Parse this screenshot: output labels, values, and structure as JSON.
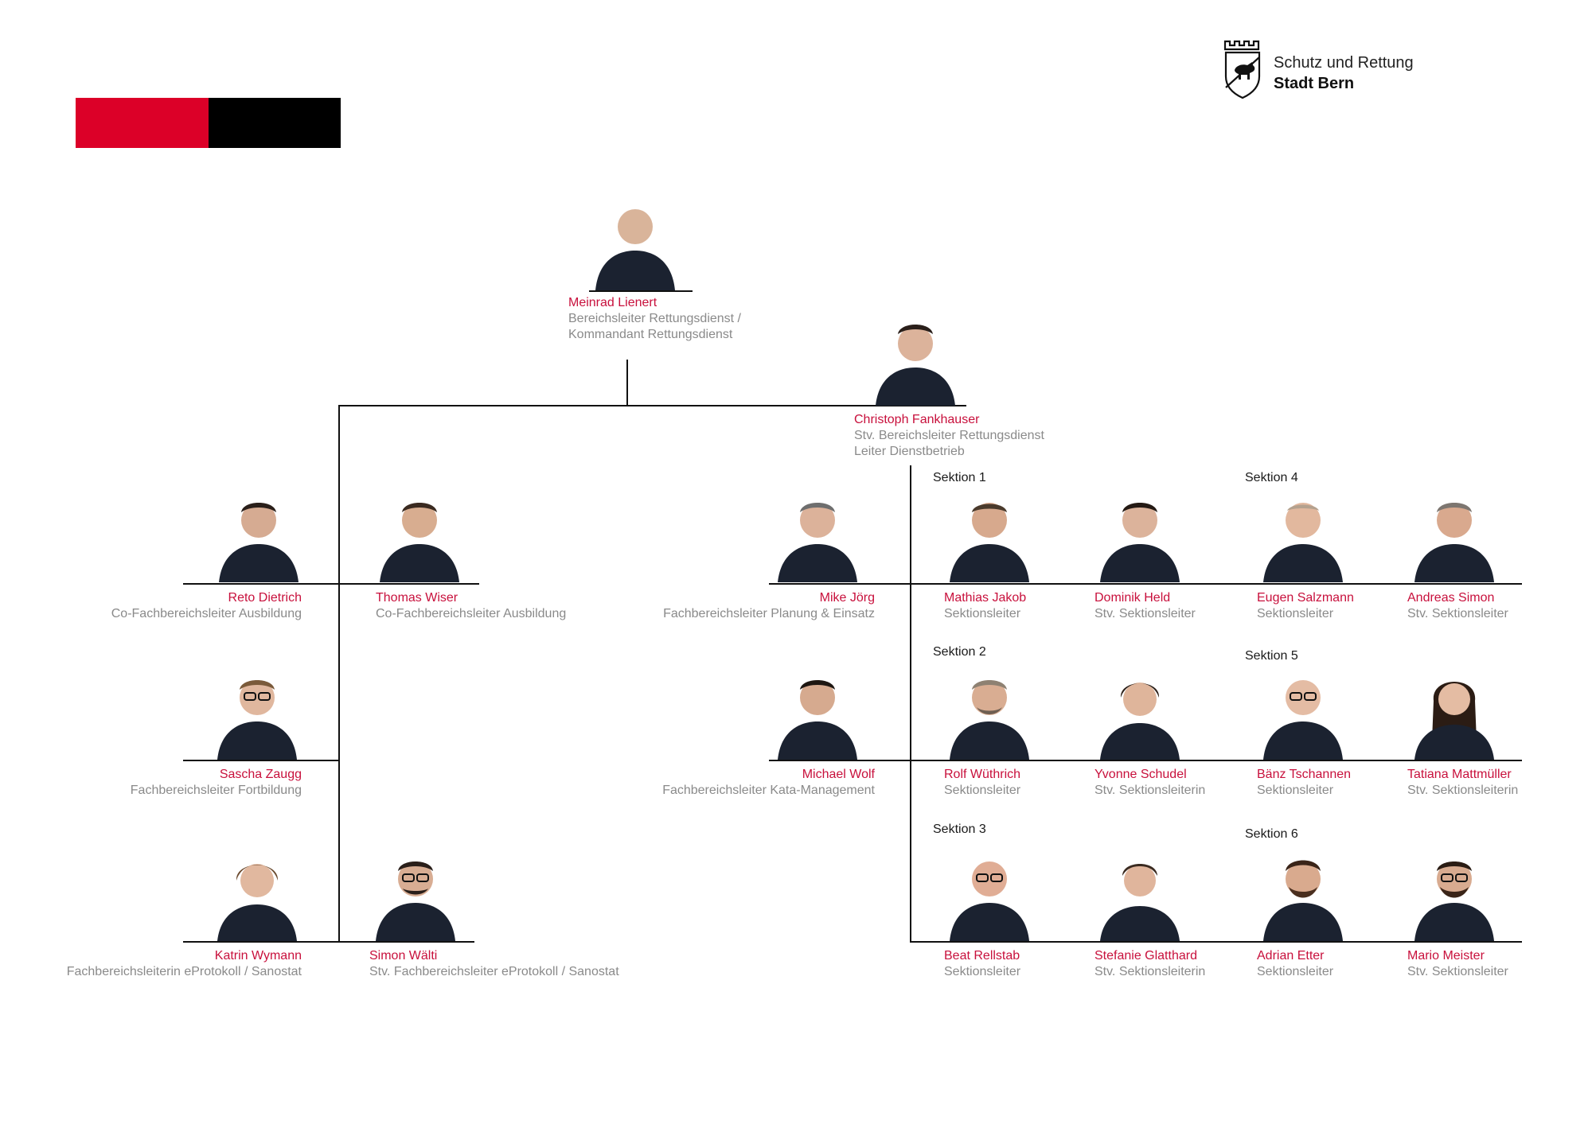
{
  "header": {
    "logo_line1": "Schutz und Rettung",
    "logo_line2": "Stadt Bern",
    "colors": {
      "red": "#dc0028",
      "black": "#000000"
    }
  },
  "sections": {
    "s1": "Sektion 1",
    "s2": "Sektion 2",
    "s3": "Sektion 3",
    "s4": "Sektion 4",
    "s5": "Sektion 5",
    "s6": "Sektion 6"
  },
  "people": {
    "lienert": {
      "name": "Meinrad Lienert",
      "role": "Bereichsleiter Rettungsdienst /",
      "role2": "Kommandant Rettungsdienst"
    },
    "fankhauser": {
      "name": "Christoph Fankhauser",
      "role": "Stv. Bereichsleiter Rettungsdienst",
      "role2": "Leiter Dienstbetrieb"
    },
    "dietrich": {
      "name": "Reto Dietrich",
      "role": "Co-Fachbereichsleiter Ausbildung"
    },
    "wiser": {
      "name": "Thomas Wiser",
      "role": "Co-Fachbereichsleiter Ausbildung"
    },
    "zaugg": {
      "name": "Sascha Zaugg",
      "role": "Fachbereichsleiter Fortbildung"
    },
    "wymann": {
      "name": "Katrin Wymann",
      "role": "Fachbereichsleiterin eProtokoll / Sanostat"
    },
    "waelti": {
      "name": "Simon Wälti",
      "role": "Stv. Fachbereichsleiter eProtokoll / Sanostat"
    },
    "joerg": {
      "name": "Mike Jörg",
      "role": "Fachbereichsleiter Planung & Einsatz"
    },
    "wolf": {
      "name": "Michael Wolf",
      "role": "Fachbereichsleiter Kata-Management"
    },
    "jakob": {
      "name": "Mathias Jakob",
      "role": "Sektionsleiter"
    },
    "held": {
      "name": "Dominik Held",
      "role": "Stv. Sektionsleiter"
    },
    "salzmann": {
      "name": "Eugen Salzmann",
      "role": "Sektionsleiter"
    },
    "simon": {
      "name": "Andreas Simon",
      "role": "Stv. Sektionsleiter"
    },
    "wuethrich": {
      "name": "Rolf Wüthrich",
      "role": "Sektionsleiter"
    },
    "schudel": {
      "name": "Yvonne Schudel",
      "role": "Stv. Sektionsleiterin"
    },
    "tschannen": {
      "name": "Bänz Tschannen",
      "role": "Sektionsleiter"
    },
    "mattmueller": {
      "name": "Tatiana Mattmüller",
      "role": "Stv. Sektionsleiterin"
    },
    "rellstab": {
      "name": "Beat Rellstab",
      "role": "Sektionsleiter"
    },
    "glatthard": {
      "name": "Stefanie Glatthard",
      "role": "Stv. Sektionsleiterin"
    },
    "etter": {
      "name": "Adrian Etter",
      "role": "Sektionsleiter"
    },
    "meister": {
      "name": "Mario Meister",
      "role": "Stv. Sektionsleiter"
    }
  }
}
